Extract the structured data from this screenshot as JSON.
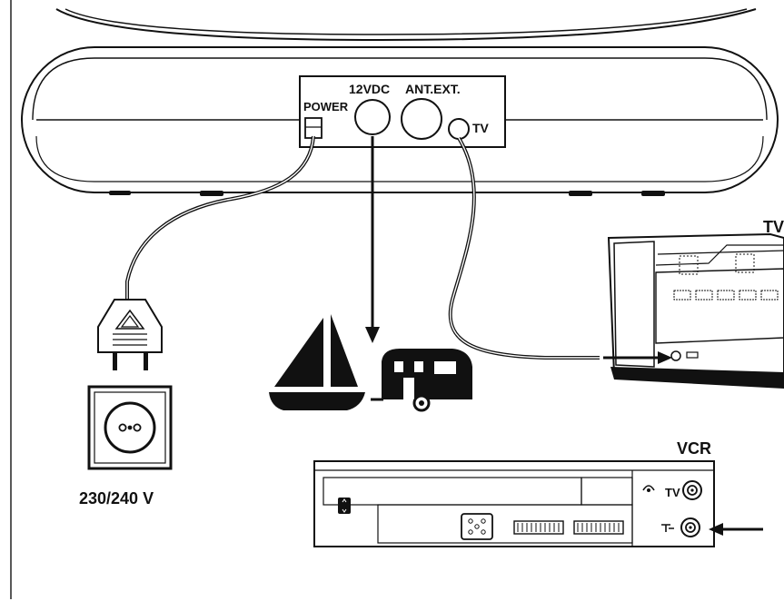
{
  "labels": {
    "power": "POWER",
    "vdc": "12VDC",
    "antenna": "ANT.EXT.",
    "tv_port": "TV",
    "tv_device": "TV",
    "vcr_device": "VCR",
    "voltage": "230/240 V",
    "vcr_tv_port": "TV"
  }
}
